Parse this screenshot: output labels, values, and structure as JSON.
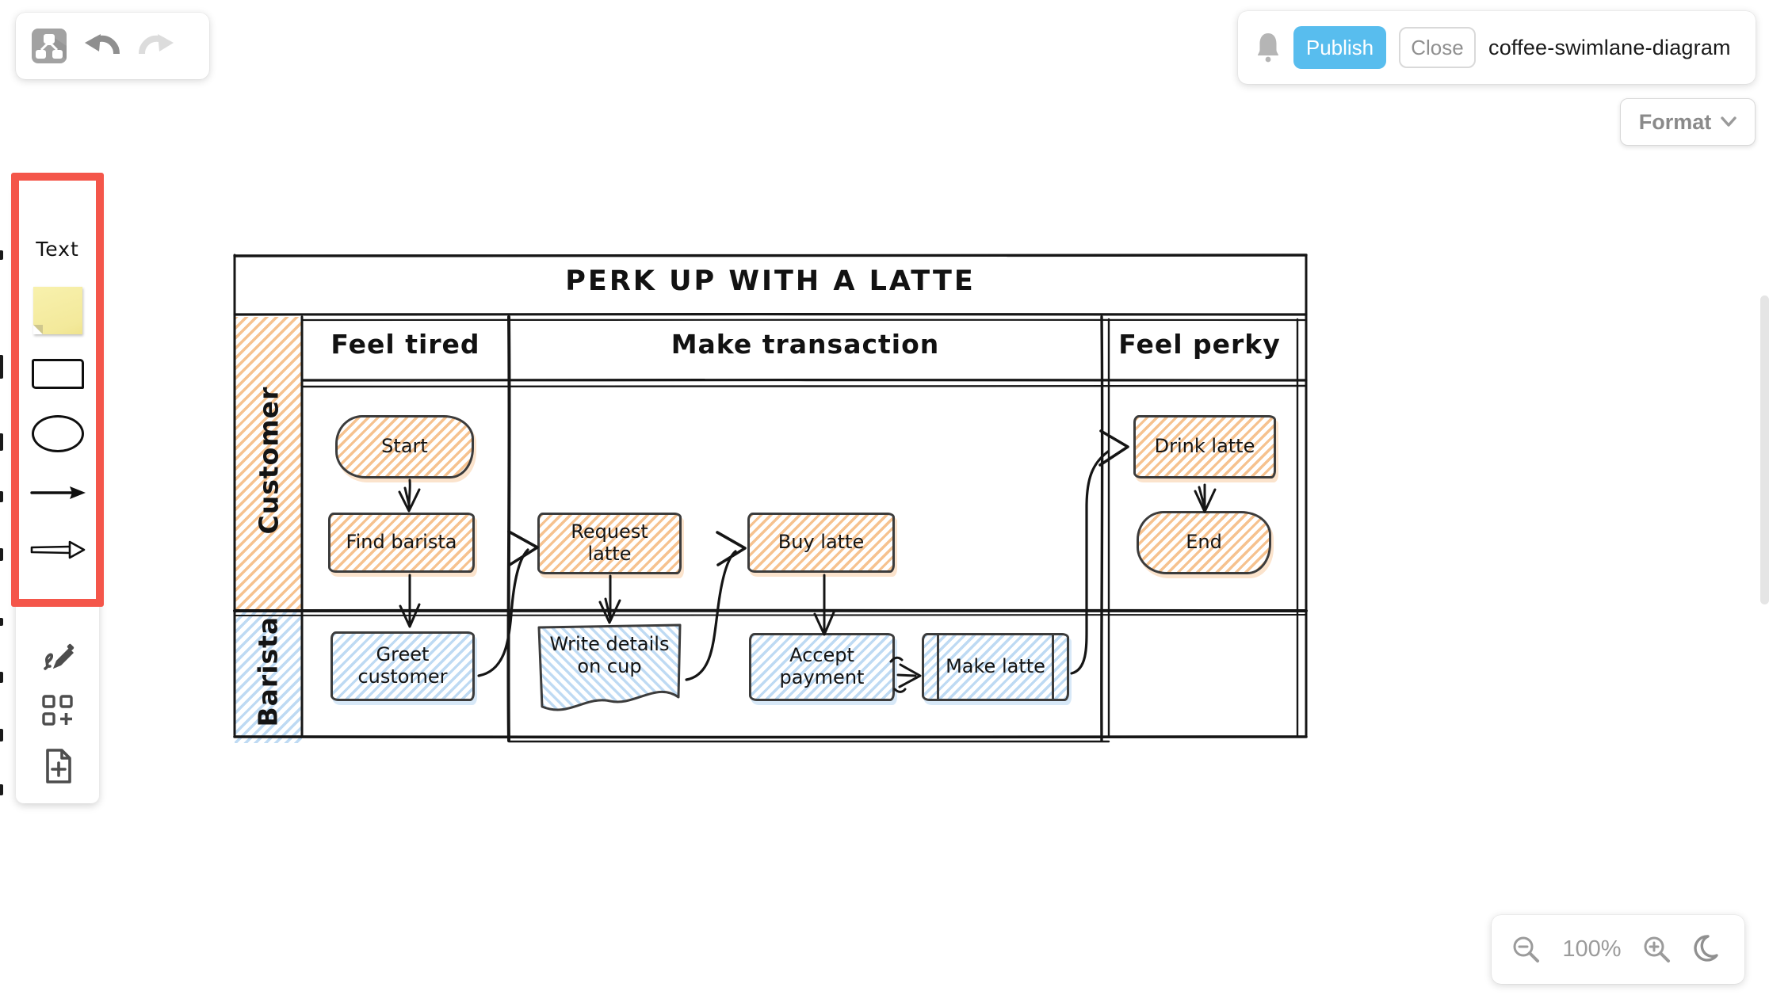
{
  "header": {
    "left_toolbar": {
      "icons": [
        "diagram-logo",
        "undo",
        "redo"
      ]
    },
    "right_toolbar": {
      "bell_icon": "notifications",
      "publish_label": "Publish",
      "close_label": "Close",
      "document_title": "coffee-swimlane-diagram"
    },
    "format_label": "Format",
    "format_chevron_icon": "chevron-down"
  },
  "sidebar": {
    "text_tool_label": "Text",
    "tools": [
      "text",
      "sticky-note",
      "rectangle",
      "ellipse",
      "arrow",
      "double-arrow"
    ],
    "footer_icons": [
      "freehand-draw",
      "shape-library-add",
      "new-document"
    ],
    "highlight_color": "#f4564a",
    "sticky_color": "#f5eda2"
  },
  "diagram": {
    "title": "PERK UP WITH A LATTE",
    "columns": [
      "Feel tired",
      "Make transaction",
      "Feel perky"
    ],
    "lanes": [
      "Customer",
      "Barista"
    ],
    "nodes": {
      "start": {
        "label": "Start",
        "lane": "Customer",
        "column": "Feel tired",
        "shape": "rounded"
      },
      "find": {
        "label": "Find barista",
        "lane": "Customer",
        "column": "Feel tired",
        "shape": "rect"
      },
      "request": {
        "label": "Request latte",
        "lane": "Customer",
        "column": "Make transaction",
        "shape": "rect"
      },
      "buy": {
        "label": "Buy latte",
        "lane": "Customer",
        "column": "Make transaction",
        "shape": "rect"
      },
      "drink": {
        "label": "Drink latte",
        "lane": "Customer",
        "column": "Feel perky",
        "shape": "rect"
      },
      "end": {
        "label": "End",
        "lane": "Customer",
        "column": "Feel perky",
        "shape": "rounded"
      },
      "greet": {
        "label": "Greet customer",
        "lane": "Barista",
        "column": "Feel tired",
        "shape": "rect"
      },
      "write": {
        "label": "Write details on cup",
        "lane": "Barista",
        "column": "Make transaction",
        "shape": "document"
      },
      "accept": {
        "label": "Accept payment",
        "lane": "Barista",
        "column": "Make transaction",
        "shape": "rect"
      },
      "make": {
        "label": "Make latte",
        "lane": "Barista",
        "column": "Make transaction",
        "shape": "subprocess"
      }
    },
    "edges": [
      {
        "from": "start",
        "to": "find"
      },
      {
        "from": "find",
        "to": "greet"
      },
      {
        "from": "greet",
        "to": "request"
      },
      {
        "from": "request",
        "to": "write"
      },
      {
        "from": "write",
        "to": "buy"
      },
      {
        "from": "buy",
        "to": "accept"
      },
      {
        "from": "accept",
        "to": "make"
      },
      {
        "from": "make",
        "to": "drink"
      },
      {
        "from": "drink",
        "to": "end"
      }
    ],
    "colors": {
      "customer_hatch": "#f6c28f",
      "barista_hatch": "#bedaf3",
      "ink": "#161616"
    }
  },
  "zoom_controls": {
    "zoom_level": "100%",
    "icons": [
      "zoom-out",
      "zoom-in",
      "dark-mode-moon"
    ]
  },
  "colors": {
    "publish_button": "#58bdee",
    "accent_red": "#f4564a"
  }
}
